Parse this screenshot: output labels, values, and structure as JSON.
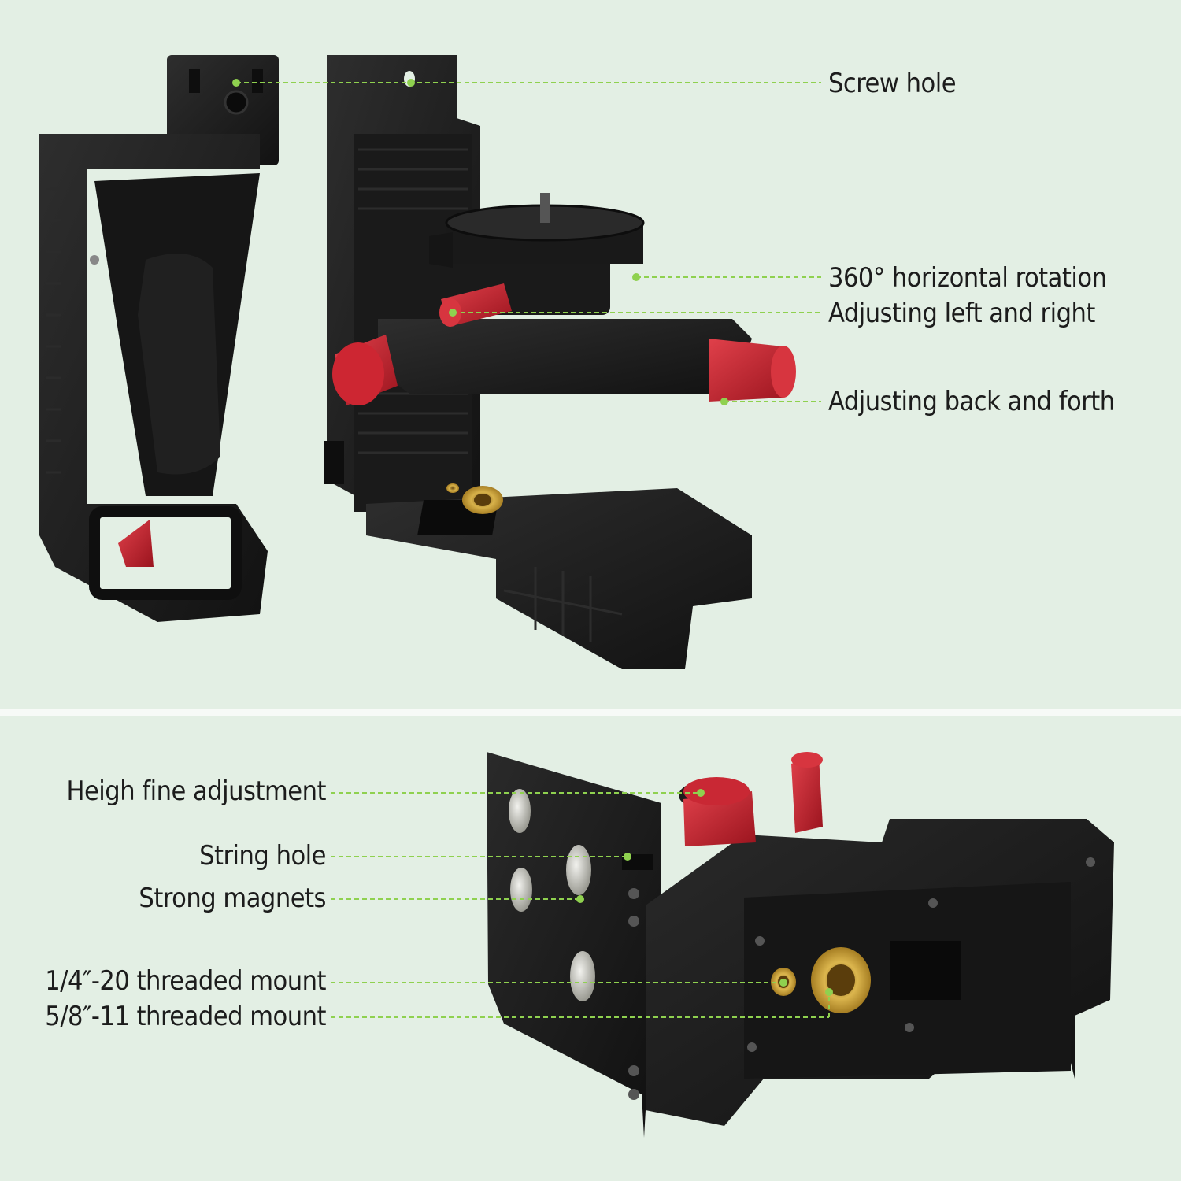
{
  "top_callouts": {
    "screw_hole": "Screw hole",
    "rotation": "360° horizontal rotation",
    "left_right": "Adjusting left and right",
    "back_forth": "Adjusting back and forth"
  },
  "bottom_callouts": {
    "height_adjust": "Heigh fine adjustment",
    "string_hole": "String hole",
    "magnets": "Strong magnets",
    "quarter_mount": "1/4″-20 threaded mount",
    "fiveeighth_mount": "5/8″-11 threaded mount"
  },
  "colors": {
    "background": "#e3efe4",
    "leader_line": "#8fd14f",
    "bracket": "#1d1d1d",
    "knob": "#c0202c",
    "brass": "#c9a23a"
  }
}
